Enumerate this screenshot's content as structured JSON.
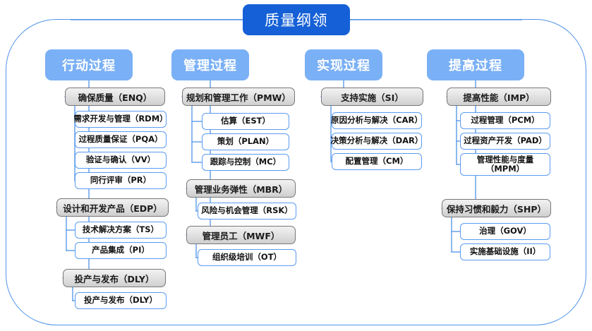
{
  "root": {
    "label": "质量纲领"
  },
  "accent": {
    "root_blue": "#1560d6",
    "header_blue": "#7ab0f5",
    "frame_blue": "#4f93e8",
    "leaf_border": "#5b9bf0",
    "group_border": "#77777a",
    "group_fill": "#e3e3e3"
  },
  "columns": [
    {
      "header": "行动过程",
      "groups": [
        {
          "label": "确保质量（ENQ）",
          "leaves": [
            "需求开发与管理（RDM）",
            "过程质量保证（PQA）",
            "验证与确认（VV）",
            "同行评审（PR）"
          ]
        },
        {
          "label": "设计和开发产品（EDP）",
          "leaves": [
            "技术解决方案（TS）",
            "产品集成（PI）"
          ]
        },
        {
          "label": "投产与发布（DLY）",
          "leaves": [
            "投产与发布（DLY）"
          ]
        }
      ]
    },
    {
      "header": "管理过程",
      "groups": [
        {
          "label": "规划和管理工作（PMW）",
          "leaves": [
            "估算（EST）",
            "策划（PLAN）",
            "跟踪与控制（MC）"
          ]
        },
        {
          "label": "管理业务弹性（MBR）",
          "leaves": [
            "风险与机会管理（RSK）"
          ]
        },
        {
          "label": "管理员工（MWF）",
          "leaves": [
            "组织级培训（OT）"
          ]
        }
      ]
    },
    {
      "header": "实现过程",
      "groups": [
        {
          "label": "支持实施（SI）",
          "leaves": [
            "原因分析与解决（CAR）",
            "决策分析与解决（DAR）",
            "配置管理（CM）"
          ]
        }
      ]
    },
    {
      "header": "提高过程",
      "groups": [
        {
          "label": "提高性能（IMP）",
          "leaves": [
            "过程管理（PCM）",
            "过程资产开发（PAD）",
            "管理性能与度量（MPM）"
          ]
        },
        {
          "label": "保持习惯和毅力（SHP）",
          "leaves": [
            "治理（GOV）",
            "实施基础设施（II）"
          ]
        }
      ]
    }
  ]
}
